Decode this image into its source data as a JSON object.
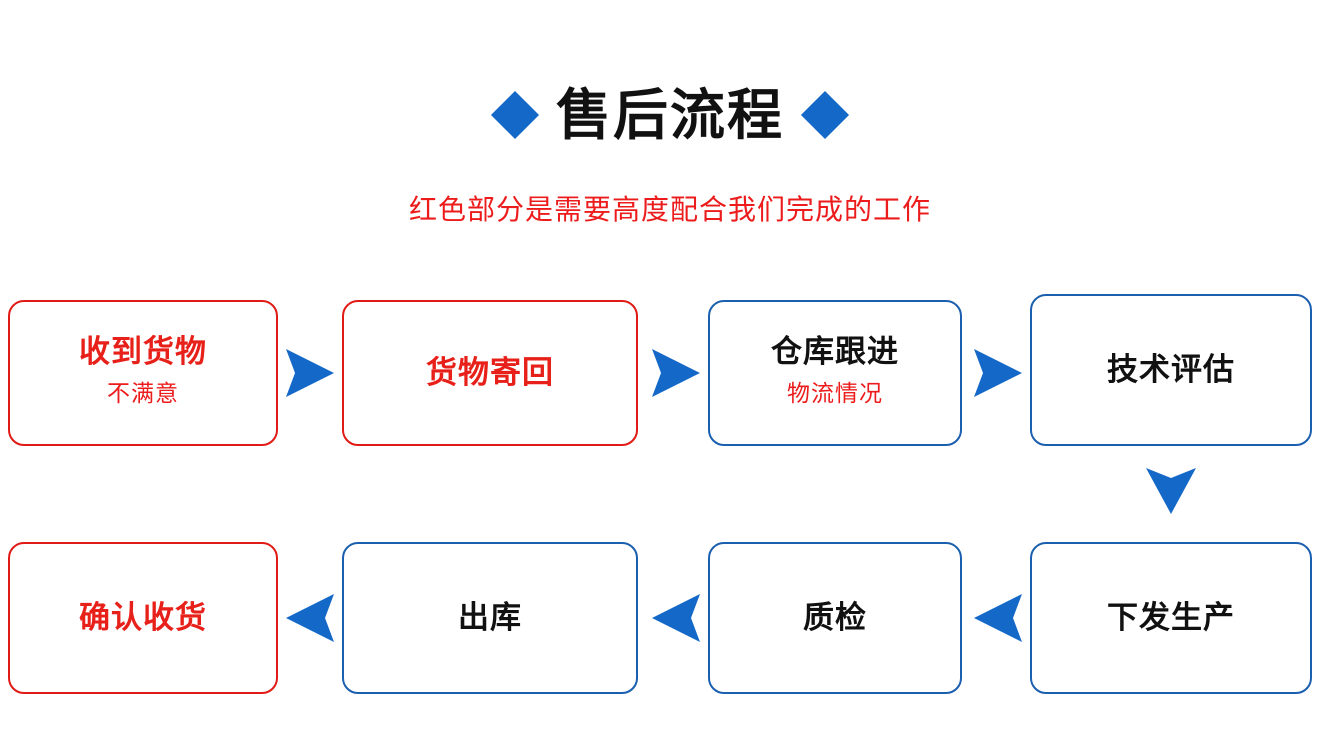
{
  "header": {
    "title": "售后流程",
    "subtitle": "红色部分是需要高度配合我们完成的工作",
    "left_diamond": "diamond-icon",
    "right_diamond": "diamond-icon"
  },
  "colors": {
    "blue": "#1468C8",
    "blue_border": "#1B5FAF",
    "red": "#E8201A",
    "red_border": "#E01B16",
    "title_black": "#111111",
    "background": "#FFFFFF"
  },
  "flow": {
    "steps": [
      {
        "id": "receive-goods",
        "label": "收到货物",
        "sub": "不满意",
        "accent": "red",
        "row": 1,
        "order": 1
      },
      {
        "id": "send-back",
        "label": "货物寄回",
        "sub": "",
        "accent": "red",
        "row": 1,
        "order": 2
      },
      {
        "id": "warehouse-track",
        "label": "仓库跟进",
        "sub": "物流情况",
        "accent": "blue",
        "row": 1,
        "order": 3
      },
      {
        "id": "tech-assess",
        "label": "技术评估",
        "sub": "",
        "accent": "blue",
        "row": 1,
        "order": 4
      },
      {
        "id": "issue-production",
        "label": "下发生产",
        "sub": "",
        "accent": "blue",
        "row": 2,
        "order": 5
      },
      {
        "id": "quality-check",
        "label": "质检",
        "sub": "",
        "accent": "blue",
        "row": 2,
        "order": 6
      },
      {
        "id": "outbound",
        "label": "出库",
        "sub": "",
        "accent": "blue",
        "row": 2,
        "order": 7
      },
      {
        "id": "confirm-receipt",
        "label": "确认收货",
        "sub": "",
        "accent": "red",
        "row": 2,
        "order": 8
      }
    ],
    "arrows": [
      {
        "id": "arrow-1",
        "direction": "right",
        "from": "receive-goods",
        "to": "send-back"
      },
      {
        "id": "arrow-2",
        "direction": "right",
        "from": "send-back",
        "to": "warehouse-track"
      },
      {
        "id": "arrow-3",
        "direction": "right",
        "from": "warehouse-track",
        "to": "tech-assess"
      },
      {
        "id": "arrow-4",
        "direction": "down",
        "from": "tech-assess",
        "to": "issue-production"
      },
      {
        "id": "arrow-5",
        "direction": "left",
        "from": "issue-production",
        "to": "quality-check"
      },
      {
        "id": "arrow-6",
        "direction": "left",
        "from": "quality-check",
        "to": "outbound"
      },
      {
        "id": "arrow-7",
        "direction": "left",
        "from": "outbound",
        "to": "confirm-receipt"
      }
    ]
  }
}
